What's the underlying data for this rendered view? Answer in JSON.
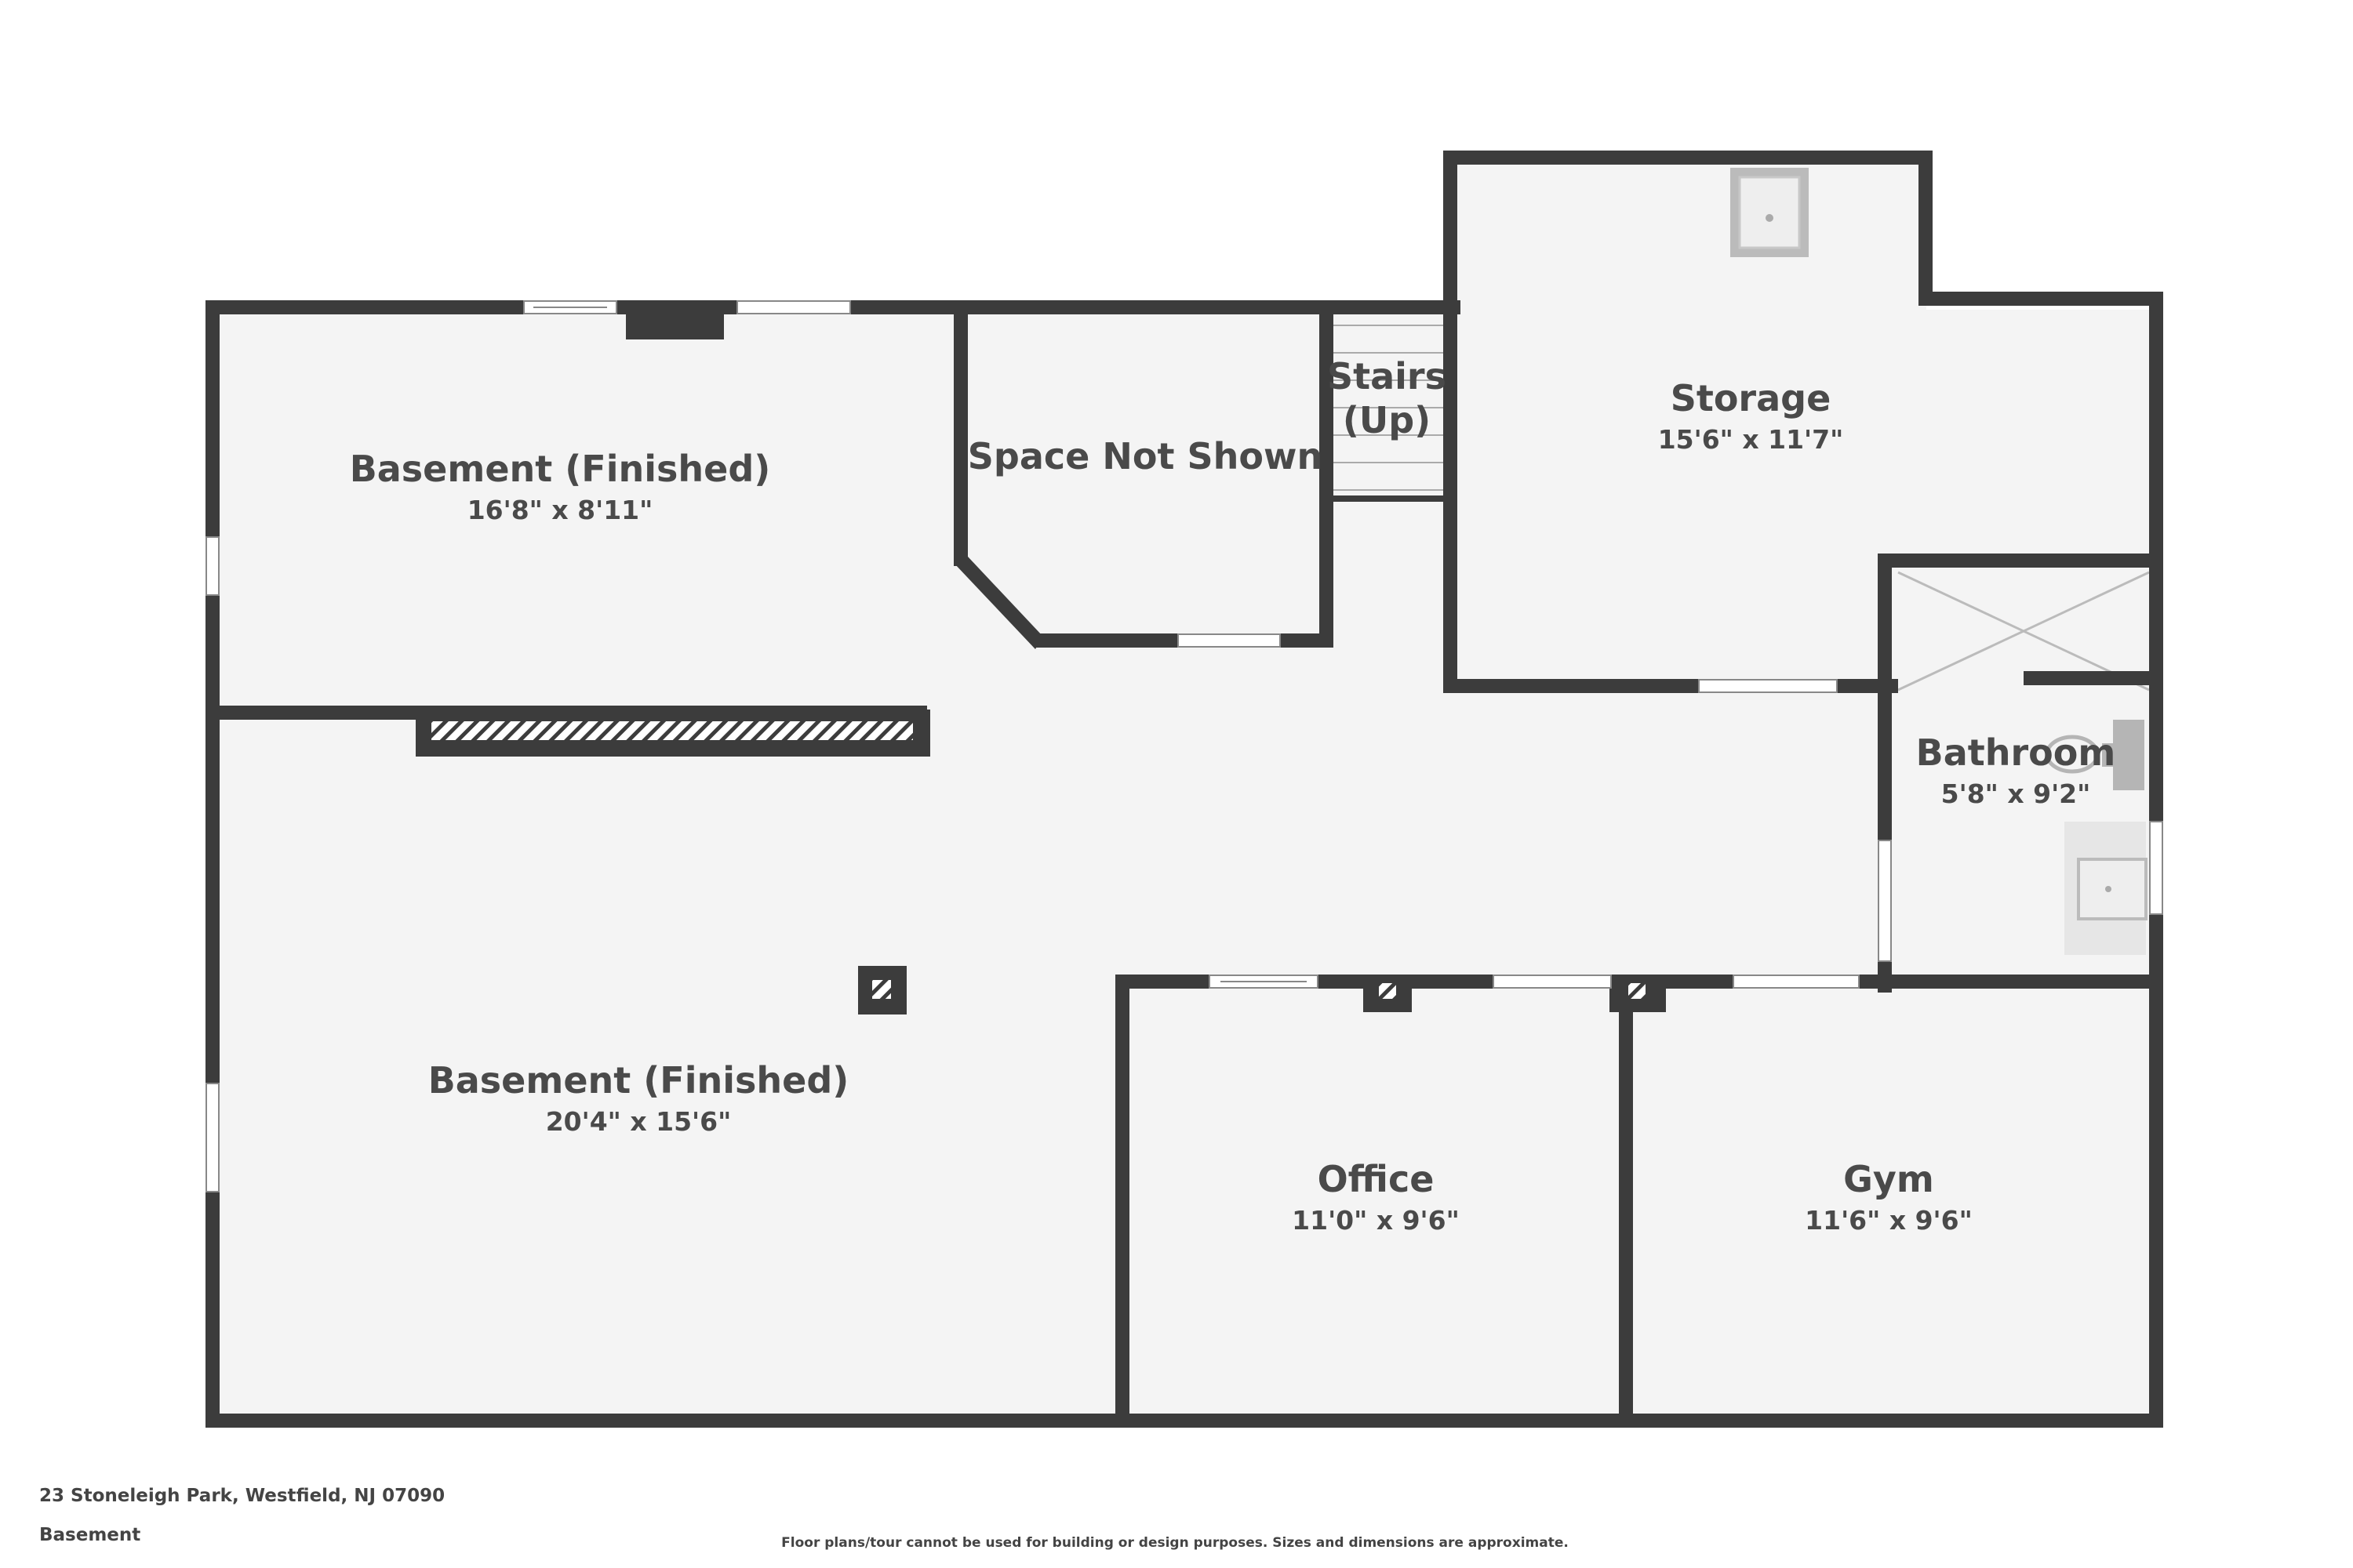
{
  "rooms": {
    "basement_upper": {
      "name": "Basement (Finished)",
      "dims": "16'8\" x 8'11\""
    },
    "basement_lower": {
      "name": "Basement (Finished)",
      "dims": "20'4\" x 15'6\""
    },
    "space_not_shown": {
      "name": "Space Not Shown"
    },
    "stairs": {
      "line1": "Stairs",
      "line2": "(Up)"
    },
    "storage": {
      "name": "Storage",
      "dims": "15'6\" x 11'7\""
    },
    "bathroom": {
      "name": "Bathroom",
      "dims": "5'8\" x 9'2\""
    },
    "office": {
      "name": "Office",
      "dims": "11'0\" x 9'6\""
    },
    "gym": {
      "name": "Gym",
      "dims": "11'6\" x 9'6\""
    }
  },
  "footer": {
    "address": "23 Stoneleigh Park, Westfield, NJ 07090",
    "level": "Basement",
    "disclaimer": "Floor plans/tour cannot be used for building or design purposes. Sizes and dimensions are approximate."
  },
  "colors": {
    "wall": "#3c3c3c",
    "floor": "#f4f4f4",
    "text": "#4a4a4a"
  }
}
